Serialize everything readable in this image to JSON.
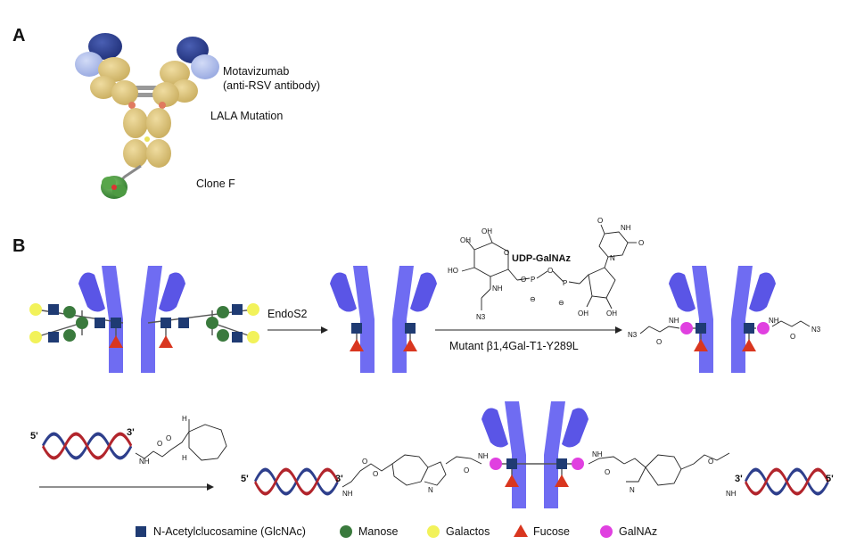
{
  "panels": {
    "a": "A",
    "b": "B"
  },
  "panel_a": {
    "antibody_label_1": "Motavizumab",
    "antibody_label_2": "(anti-RSV antibody)",
    "mutation_label": "LALA Mutation",
    "fusion_label": "Clone F"
  },
  "panel_b": {
    "enzyme_1": "EndoS2",
    "enzyme_2": "Mutant β1,4Gal-T1-Y289L",
    "substrate": "UDP-GalNAz",
    "strand_5": "5'",
    "strand_3": "3'",
    "chem": {
      "oh": "OH",
      "ho": "HO",
      "nh": "NH",
      "n3": "N3",
      "o": "O",
      "p": "P",
      "n": "N",
      "minus": "⊖",
      "h": "H"
    }
  },
  "legend": [
    {
      "shape": "square",
      "color": "#1f3b73",
      "label": "N-Acetylclucosamine (GlcNAc)"
    },
    {
      "shape": "circle",
      "color": "#3a7a3d",
      "label": "Manose"
    },
    {
      "shape": "circle",
      "color": "#f2f25a",
      "label": "Galactos"
    },
    {
      "shape": "triangle",
      "color": "#d9361f",
      "label": "Fucose"
    },
    {
      "shape": "circle",
      "color": "#e040e0",
      "label": "GalNAz"
    }
  ],
  "colors": {
    "antibody_b": "#6f6cf2",
    "antibody_a_heavy": "#d9c27a",
    "antibody_a_dark": "#2c3f8f",
    "antibody_a_light": "#a9b8ea",
    "dna_red": "#b2252c",
    "dna_blue": "#2e3f8c"
  }
}
